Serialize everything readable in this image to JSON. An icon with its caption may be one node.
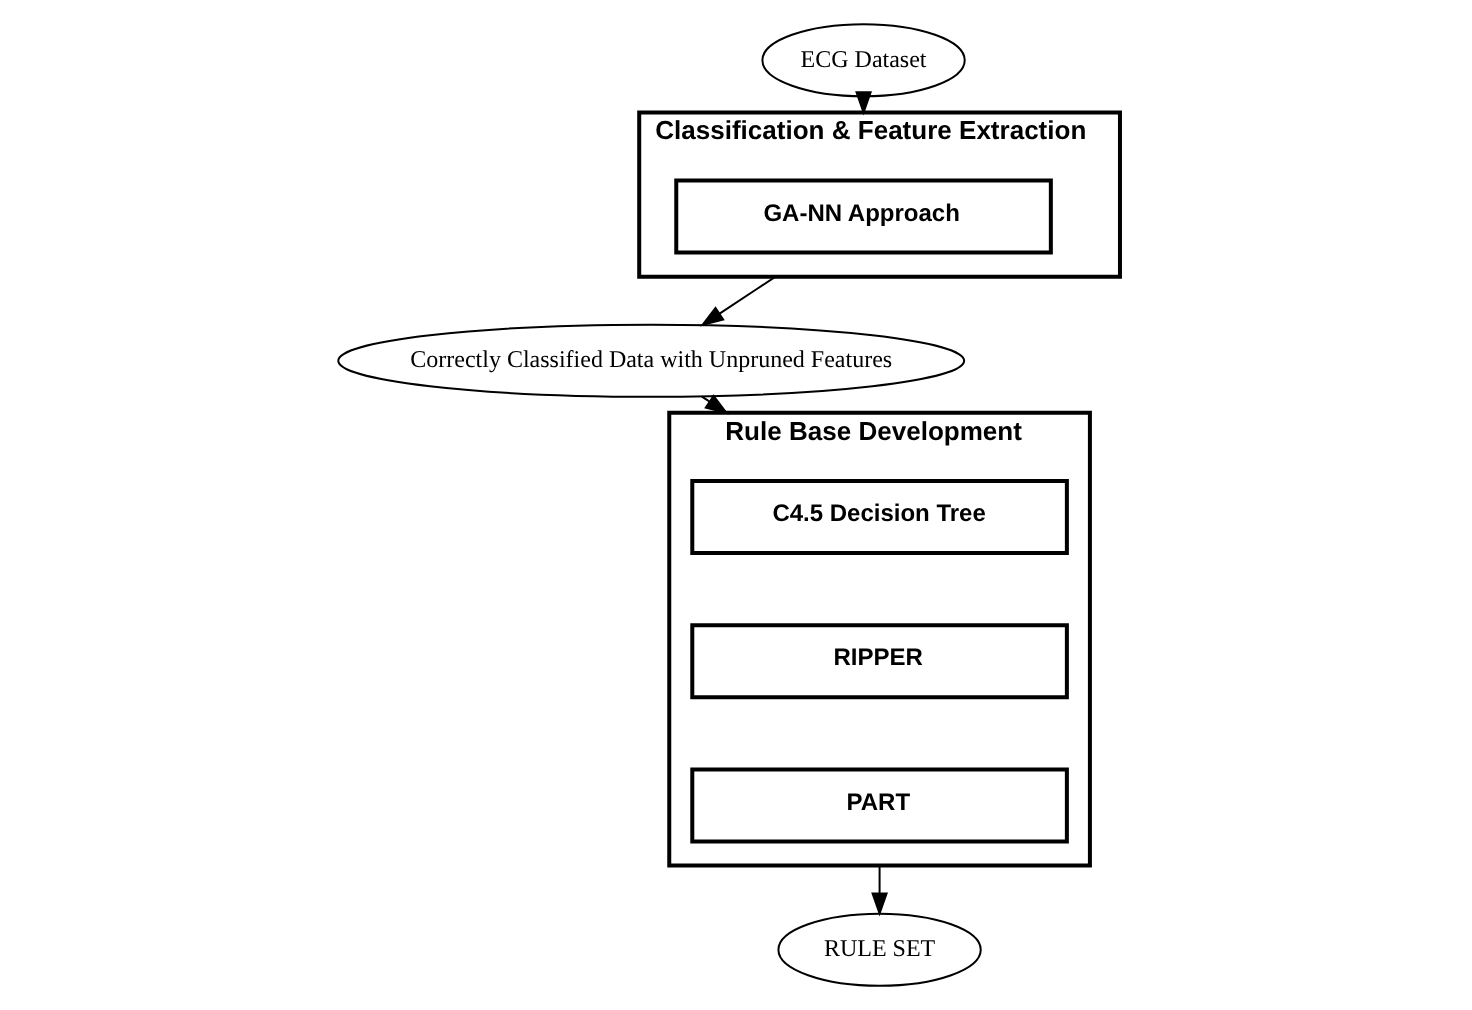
{
  "diagram": {
    "nodes": [
      {
        "text": [
          "ECG Dataset"
        ]
      },
      {
        "text": [
          "Classification & Feature Extraction"
        ]
      },
      {
        "text": [
          "GA-NN Approach"
        ],
        "in": 1
      },
      {
        "text": [
          "Correctly Classified Data with Unpruned Features"
        ]
      },
      {
        "text": [
          "Rule Base Development"
        ]
      },
      {
        "text": [
          "C4.5 Decision Tree"
        ],
        "in": 4
      },
      {
        "text": [
          "RIPPER"
        ],
        "in": 4
      },
      {
        "text": [
          "PART"
        ],
        "in": 4
      },
      {
        "text": [
          "RULE SET"
        ]
      }
    ],
    "edges": [
      {
        "from": 0,
        "to": 1,
        "arrow": "to"
      },
      {
        "from": 1,
        "to": 3,
        "arrow": "to"
      },
      {
        "from": 3,
        "to": 4,
        "arrow": "to"
      },
      {
        "from": 4,
        "to": 8,
        "arrow": "to"
      }
    ]
  }
}
